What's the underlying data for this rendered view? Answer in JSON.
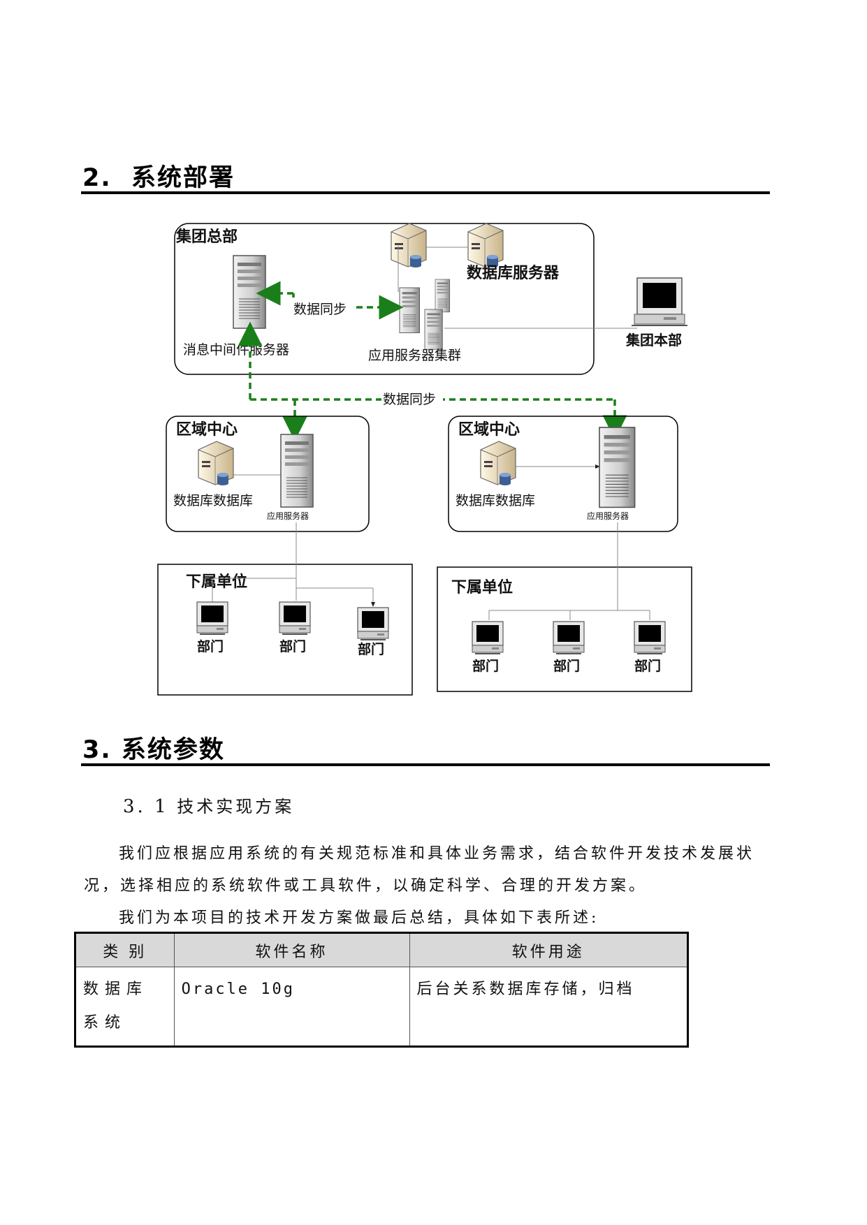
{
  "sections": {
    "deploy": {
      "number": "2.",
      "title": "系统部署"
    },
    "params": {
      "number": "3.",
      "title": "系统参数"
    }
  },
  "diagram": {
    "hq": {
      "title": "集团总部",
      "db_servers_label": "数据库服务器",
      "mq_server_label": "消息中间件服务器",
      "app_cluster_label": "应用服务器集群",
      "sync_label": "数据同步",
      "terminal_label": "集团本部"
    },
    "sync_label": "数据同步",
    "regions": [
      {
        "title": "区域中心",
        "db_label": "数据库数据库",
        "app_label": "应用服务器"
      },
      {
        "title": "区域中心",
        "db_label": "数据库数据库",
        "app_label": "应用服务器"
      }
    ],
    "units": [
      {
        "title": "下属单位",
        "depts": [
          "部门",
          "部门",
          "部门"
        ]
      },
      {
        "title": "下属单位",
        "depts": [
          "部门",
          "部门",
          "部门"
        ]
      }
    ],
    "colors": {
      "sync_arrow": "#1a7f1a",
      "line": "#888888"
    }
  },
  "subsection": {
    "number": "3. 1",
    "title": "技术实现方案"
  },
  "paragraphs": [
    "我们应根据应用系统的有关规范标准和具体业务需求，结合软件开发技术发展状",
    "况，选择相应的系统软件或工具软件，以确定科学、合理的开发方案。",
    "我们为本项目的技术开发方案做最后总结，具体如下表所述:"
  ],
  "table": {
    "headers": [
      "类 别",
      "软件名称",
      "软件用途"
    ],
    "rows": [
      [
        "数据库系统",
        "Oracle 10g",
        "后台关系数据库存储，归档"
      ]
    ]
  }
}
